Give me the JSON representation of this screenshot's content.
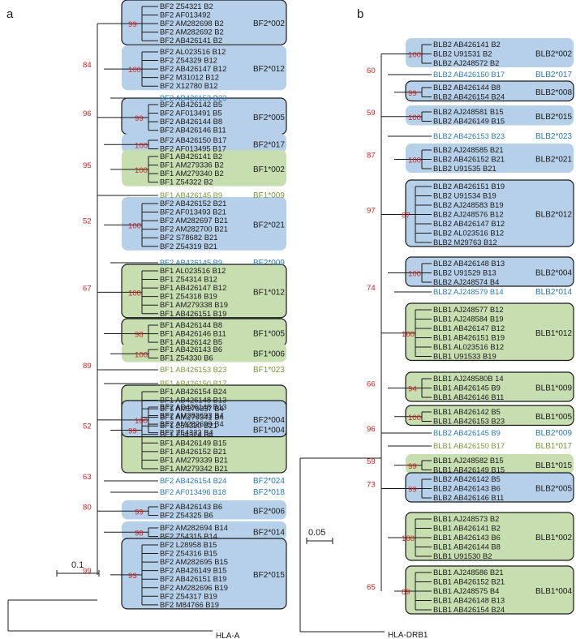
{
  "panels": [
    {
      "id": "a",
      "label": "a",
      "scale_label": "0.1",
      "outgroup": "HLA-A"
    },
    {
      "id": "b",
      "label": "b",
      "scale_label": "0.05",
      "outgroup": "HLA-DRB1"
    }
  ],
  "groups_a": [
    {
      "name": "BF2*002",
      "color": "blue",
      "boxed": true,
      "boot": "99",
      "leaves": [
        "BF2 Z54321 B2",
        "BF2 AF013492",
        "BF2 AM282698 B2",
        "BF2 AM282692 B2",
        "BF2 AB426141 B2"
      ]
    },
    {
      "name": "BF2*012",
      "color": "blue",
      "boxed": false,
      "boot": "100",
      "leaves": [
        "BF2 AL023516 B12",
        "BF2 Z54329 B12",
        "BF2 AB426147 B12",
        "BF2 M31012 B12",
        "BF2 X12780 B12"
      ]
    },
    {
      "name": "",
      "color": "blue",
      "boxed": false,
      "single": true,
      "leaves": [
        "BF2 AB426153 B23"
      ]
    },
    {
      "name": "BF2*005",
      "color": "blue",
      "boxed": true,
      "boot": "99",
      "leaves": [
        "BF2 AB426142 B5",
        "BF2 AF013491 B5",
        "BF2 AB426144 B8",
        "BF2 AB426146 B11"
      ]
    },
    {
      "name": "BF2*017",
      "color": "blue",
      "boxed": false,
      "boot": "100",
      "leaves": [
        "BF2 AB426150 B17",
        "BF2 AF013495 B17"
      ]
    },
    {
      "name": "BF1*002",
      "color": "green",
      "boxed": false,
      "boot": "100",
      "leaves": [
        "BF1 AB426141 B2",
        "BF1 AM279336 B2",
        "BF1 AM279340 B2",
        "BF1 Z54322 B2"
      ]
    },
    {
      "name": "BF1*009",
      "color": "green",
      "boxed": false,
      "single": true,
      "leaves": [
        "BF1 AB426145 B9"
      ]
    },
    {
      "name": "BF2*021",
      "color": "blue",
      "boxed": false,
      "boot": "100",
      "leaves": [
        "BF2 AB426152 B21",
        "BF2 AF013493 B21",
        "BF2 AM282697 B21",
        "BF2 AM282700 B21",
        "BF2 S78682 B21",
        "BF2 Z54319 B21"
      ]
    },
    {
      "name": "BF2*009",
      "color": "blue",
      "boxed": false,
      "single": true,
      "leaves": [
        "BF2 AB426145 B9"
      ]
    },
    {
      "name": "BF1*012",
      "color": "green",
      "boxed": true,
      "boot": "100",
      "leaves": [
        "BF1 AL023516 B12",
        "BF1 Z54314 B12",
        "BF1 AB426147 B12",
        "BF1 Z54318 B19",
        "BF1 AM279338 B19",
        "BF1 AB426151 B19"
      ]
    },
    {
      "name": "BF1*005",
      "color": "green",
      "boxed": true,
      "boot": "98",
      "leaves": [
        "BF1 AB426144 B8",
        "BF1 AB426146 B11",
        "BF1 AB426142 B5"
      ]
    },
    {
      "name": "BF1*006",
      "color": "green",
      "boxed": false,
      "boot": "100",
      "leaves": [
        "BF1 AB426143 B6",
        "BF1 Z54330 B6"
      ]
    },
    {
      "name": "BF1*023",
      "color": "green",
      "boxed": false,
      "single": true,
      "leaves": [
        "BF1 AB426153 B23"
      ]
    },
    {
      "name": "",
      "color": "green",
      "boxed": false,
      "single": true,
      "leaves": [
        "BF1 AB426150 B17"
      ]
    },
    {
      "name": "BF1*004",
      "color": "green",
      "boxed": true,
      "boot": "99",
      "leaves": [
        "BF1 AB426154 B24",
        "BF1 AB426148 B13",
        "BF1 AM279337 B4",
        "BF1 AM279341 B4",
        "BF1 Z54320 B21",
        "BF1 Z54324 B4",
        "BF1 AB426149 B15",
        "BF1 AB426152 B21",
        "BF1 AM279339 B21",
        "BF1 AM279342 B21"
      ]
    },
    {
      "name": "BF2*004",
      "color": "blue",
      "boxed": true,
      "boot": "100",
      "leaves": [
        "BF2 AB426148 B13",
        "BF2 AM282693 B4",
        "BF2 AM282699 B4",
        "BF2 Z54323 B4"
      ]
    },
    {
      "name": "BF2*024",
      "color": "blue",
      "boxed": false,
      "single": true,
      "leaves": [
        "BF2 AB426154 B24"
      ]
    },
    {
      "name": "BF2*018",
      "color": "blue",
      "boxed": false,
      "single": true,
      "leaves": [
        "BF2 AF013496 B18"
      ]
    },
    {
      "name": "BF2*006",
      "color": "blue",
      "boxed": false,
      "boot": "99",
      "leaves": [
        "BF2 AB426143 B6",
        "BF2 Z54325 B6"
      ]
    },
    {
      "name": "BF2*014",
      "color": "blue",
      "boxed": false,
      "boot": "98",
      "leaves": [
        "BF2 AM282694 B14",
        "BF2 Z54315 B14"
      ]
    },
    {
      "name": "BF2*015",
      "color": "blue",
      "boxed": true,
      "boot": "93",
      "leaves": [
        "BF2 L28958 B15",
        "BF2 Z54316 B15",
        "BF2 AM282695 B15",
        "BF2 AB426149 B15",
        "BF2 AB426151 B19",
        "BF2 AM282696 B19",
        "BF2 Z54317 B19",
        "BF2 M84766 B19"
      ]
    }
  ],
  "inner_boot_a": [
    "84",
    "96",
    "95",
    "52",
    "67",
    "89",
    "52",
    "63",
    "80",
    "99"
  ],
  "groups_b": [
    {
      "name": "BLB2*002",
      "color": "blue",
      "boxed": false,
      "boot": "100",
      "leaves": [
        "BLB2 AB426141 B2",
        "BLB2 U91531 B2",
        "BLB2 AJ248572 B2"
      ]
    },
    {
      "name": "BLB2*017",
      "color": "blue",
      "boxed": false,
      "single": true,
      "leaves": [
        "BLB2 AB426150 B17"
      ]
    },
    {
      "name": "BLB2*008",
      "color": "blue",
      "boxed": true,
      "boot": "99",
      "leaves": [
        "BLB2 AB426144 B8",
        "BLB2 AB426154 B24"
      ]
    },
    {
      "name": "BLB2*015",
      "color": "blue",
      "boxed": false,
      "boot": "100",
      "leaves": [
        "BLB2 AJ248581 B15",
        "BLB2 AB426149 B15"
      ]
    },
    {
      "name": "BLB2*023",
      "color": "blue",
      "boxed": false,
      "single": true,
      "leaves": [
        "BLB2 AB426153 B23"
      ]
    },
    {
      "name": "BLB2*021",
      "color": "blue",
      "boxed": false,
      "boot": "100",
      "leaves": [
        "BLB2 AJ248585 B21",
        "BLB2 AB426152 B21",
        "BLB2 U91535 B21"
      ]
    },
    {
      "name": "BLB2*012",
      "color": "blue",
      "boxed": true,
      "boot": "87",
      "leaves": [
        "BLB2 AB426151 B19",
        "BLB2 U91534 B19",
        "BLB2 AJ248583 B19",
        "BLB2 AJ248576 B12",
        "BLB2 AB426147 B12",
        "BLB2 AL023516 B12",
        "BLB2 M29763 B12"
      ]
    },
    {
      "name": "BLB2*004",
      "color": "blue",
      "boxed": true,
      "boot": "100",
      "leaves": [
        "BLB2 AB426148 B13",
        "BLB2 U91529 B13",
        "BLB2 AJ248574 B4"
      ]
    },
    {
      "name": "BLB2*014",
      "color": "blue",
      "boxed": false,
      "single": true,
      "leaves": [
        "BLB2 AJ248579 B14"
      ]
    },
    {
      "name": "BLB1*012",
      "color": "green",
      "boxed": true,
      "boot": "100",
      "leaves": [
        "BLB1 AJ248577 B12",
        "BLB1 AJ248584 B19",
        "BLB1 AB426147 B12",
        "BLB1 AB426151 B19",
        "BLB1 AL023516 B12",
        "BLB1 U91533 B19"
      ]
    },
    {
      "name": "BLB1*009",
      "color": "green",
      "boxed": true,
      "boot": "94",
      "leaves": [
        "BLB1 AJ248580B 14",
        "BLB1 AB426145 B9",
        "BLB1 AB426146 B11"
      ]
    },
    {
      "name": "BLB1*005",
      "color": "green",
      "boxed": true,
      "boot": "100",
      "leaves": [
        "BLB1 AB426142 B5",
        "BLB1 AB426153 B23"
      ]
    },
    {
      "name": "BLB2*009",
      "color": "blue",
      "boxed": false,
      "single": true,
      "leaves": [
        "BLB2 AB426145 B9"
      ]
    },
    {
      "name": "BLB1*017",
      "color": "green",
      "boxed": false,
      "single": true,
      "leaves": [
        "BLB1 AB426150 B17"
      ]
    },
    {
      "name": "BLB1*015",
      "color": "green",
      "boxed": false,
      "boot": "99",
      "leaves": [
        "BLB1 AJ248582 B15",
        "BLB1 AB426149 B15"
      ]
    },
    {
      "name": "BLB2*005",
      "color": "blue",
      "boxed": true,
      "boot": "99",
      "leaves": [
        "BLB2 AB426142 B5",
        "BLB2 AB426143 B6",
        "BLB2 AB426146 B11"
      ]
    },
    {
      "name": "BLB1*002",
      "color": "green",
      "boxed": true,
      "boot": "100",
      "leaves": [
        "BLB1 AJ248573 B2",
        "BLB1 AB426141 B2",
        "BLB1 AB426143 B6",
        "BLB1 AB426144 B8",
        "BLB1 U91530 B2"
      ]
    },
    {
      "name": "BLB1*004",
      "color": "green",
      "boxed": true,
      "boot": "89",
      "leaves": [
        "BLB1 AJ248586 B21",
        "BLB1 AB426152 B21",
        "BLB1 AJ248575 B4",
        "BLB1 AB426148 B13",
        "BLB1 AB426154 B24"
      ]
    }
  ],
  "inner_boot_b": [
    "60",
    "59",
    "87",
    "97",
    "74",
    "66",
    "96",
    "59",
    "73",
    "65"
  ],
  "colors": {
    "blue_fill": "#b7d0ea",
    "green_fill": "#c6deb0",
    "blue_text": "#2a7ab8",
    "green_text": "#7a9a3a",
    "boot": "#d42020"
  }
}
